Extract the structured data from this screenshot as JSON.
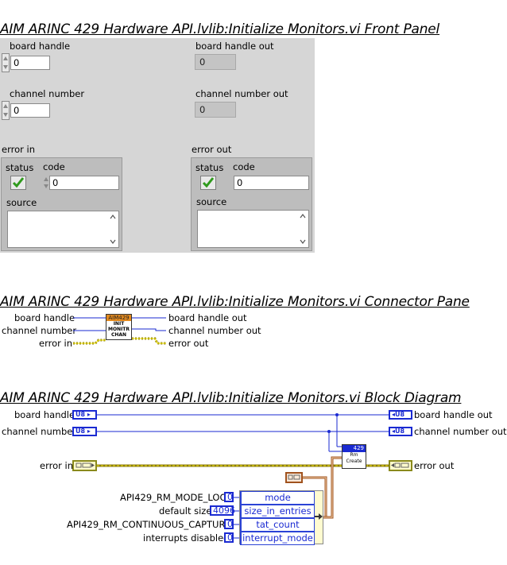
{
  "titles": {
    "front_panel": "AIM ARINC 429 Hardware API.lvlib:Initialize Monitors.vi Front Panel",
    "connector_pane": "AIM ARINC 429 Hardware API.lvlib:Initialize Monitors.vi Connector Pane",
    "block_diagram": "AIM ARINC 429 Hardware API.lvlib:Initialize Monitors.vi Block Diagram"
  },
  "front_panel": {
    "board_handle": {
      "label": "board handle",
      "value": "0"
    },
    "channel_number": {
      "label": "channel number",
      "value": "0"
    },
    "board_handle_out": {
      "label": "board handle out",
      "value": "0"
    },
    "channel_number_out": {
      "label": "channel number out",
      "value": "0"
    },
    "error_in": {
      "label": "error in",
      "status_label": "status",
      "code_label": "code",
      "code_value": "0",
      "source_label": "source"
    },
    "error_out": {
      "label": "error out",
      "status_label": "status",
      "code_label": "code",
      "code_value": "0",
      "source_label": "source"
    }
  },
  "connector_pane": {
    "icon_header": "AIM429",
    "icon_lines": [
      "INIT",
      "MONITR",
      "CHAN"
    ],
    "left": [
      "board handle",
      "channel number",
      "error in"
    ],
    "right": [
      "board handle out",
      "channel number out",
      "error out"
    ]
  },
  "block_diagram": {
    "board_handle": "board handle",
    "channel_number": "channel number",
    "error_in": "error in",
    "board_handle_out": "board handle out",
    "channel_number_out": "channel number out",
    "error_out": "error out",
    "u8": "U8",
    "subvi_header": "429",
    "subvi_lines": [
      "Rm",
      "Create"
    ],
    "constants": [
      {
        "label": "API429_RM_MODE_LOC",
        "value": "0",
        "field": "mode"
      },
      {
        "label": "default size",
        "value": "4096",
        "field": "size_in_entries"
      },
      {
        "label": "API429_RM_CONTINUOUS_CAPTURE",
        "value": "0",
        "field": "tat_count"
      },
      {
        "label": "interrupts disabled",
        "value": "0",
        "field": "interrupt_mode"
      }
    ],
    "colors": {
      "wire_blue": "#1a2ad2",
      "wire_error": "#8a7a10",
      "cluster_wire": "#a0521e"
    }
  }
}
